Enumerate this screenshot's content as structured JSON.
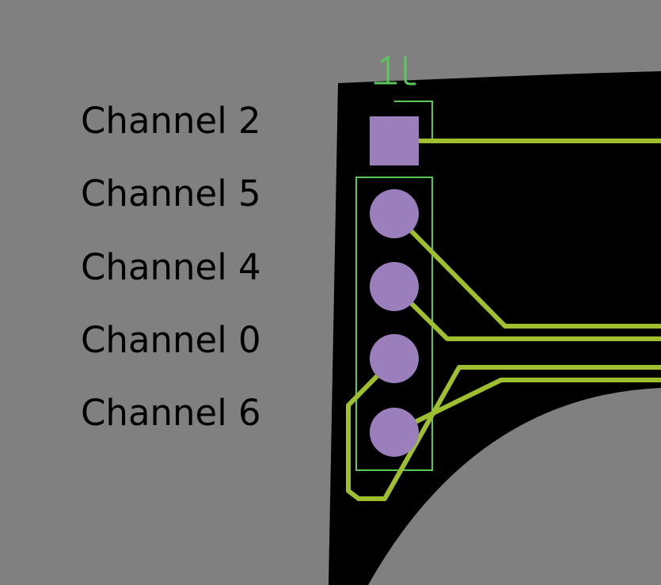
{
  "connector": {
    "designator": "J1"
  },
  "pins": [
    {
      "label": "Channel 2",
      "shape": "square"
    },
    {
      "label": "Channel 5",
      "shape": "round"
    },
    {
      "label": "Channel 4",
      "shape": "round"
    },
    {
      "label": "Channel 0",
      "shape": "round"
    },
    {
      "label": "Channel 6",
      "shape": "round"
    }
  ],
  "colors": {
    "background": "#808080",
    "board": "#000000",
    "pad": "#9b7fbd",
    "trace": "#9fbf2f",
    "silkscreen": "#5cc85c",
    "label_text": "#000000"
  }
}
